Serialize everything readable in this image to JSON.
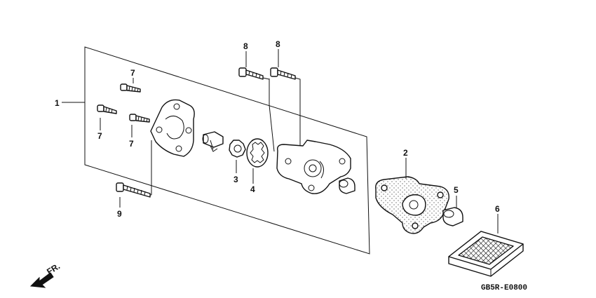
{
  "callouts": [
    {
      "id": "1",
      "text": "1"
    },
    {
      "id": "2",
      "text": "2"
    },
    {
      "id": "3",
      "text": "3"
    },
    {
      "id": "4",
      "text": "4"
    },
    {
      "id": "5",
      "text": "5"
    },
    {
      "id": "6",
      "text": "6"
    },
    {
      "id": "7a",
      "text": "7"
    },
    {
      "id": "7b",
      "text": "7"
    },
    {
      "id": "7c",
      "text": "7"
    },
    {
      "id": "8a",
      "text": "8"
    },
    {
      "id": "8b",
      "text": "8"
    },
    {
      "id": "9",
      "text": "9"
    }
  ],
  "direction_label": "FR.",
  "diagram_code": "GB5R-E0800"
}
